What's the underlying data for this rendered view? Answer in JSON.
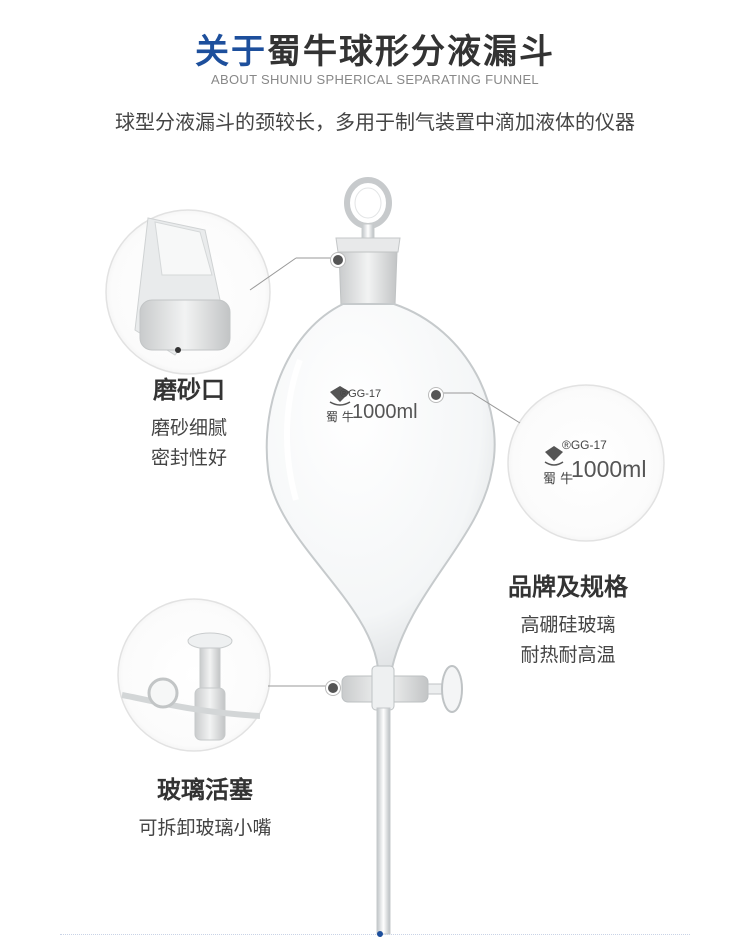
{
  "header": {
    "title_accent": "关于",
    "title_rest": "蜀牛球形分液漏斗",
    "subtitle_en": "ABOUT SHUNIU SPHERICAL SEPARATING FUNNEL",
    "description": "球型分液漏斗的颈较长，多用于制气装置中滴加液体的仪器"
  },
  "features": [
    {
      "title": "磨砂口",
      "lines": [
        "磨砂细腻",
        "密封性好"
      ]
    },
    {
      "title": "品牌及规格",
      "lines": [
        "高硼硅玻璃",
        "耐热耐高温"
      ]
    },
    {
      "title": "玻璃活塞",
      "lines": [
        "可拆卸玻璃小嘴"
      ]
    }
  ],
  "product_marking": {
    "model": "GG-17",
    "brand": "蜀 牛",
    "capacity": "1000ml",
    "registered": "®"
  },
  "colors": {
    "accent": "#1d4f9c",
    "text": "#333333",
    "muted": "#888888",
    "dot": "#555555"
  }
}
